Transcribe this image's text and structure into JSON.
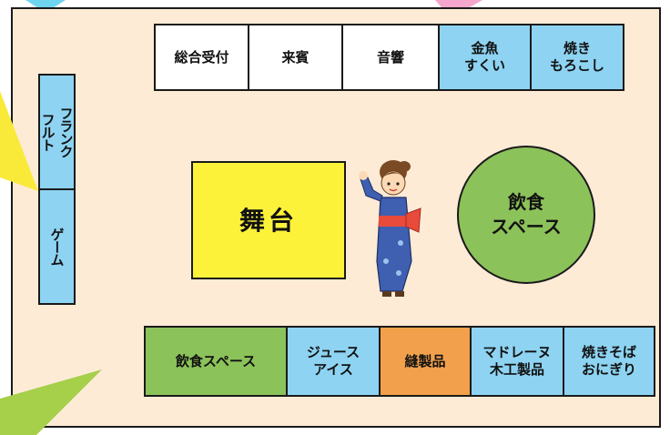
{
  "colors": {
    "background": "#fdebd6",
    "booth_white": "#ffffff",
    "booth_blue": "#8ed3f2",
    "booth_green": "#8cc25a",
    "booth_orange": "#f2a04b",
    "stage_yellow": "#fdf23a",
    "border": "#1a1a1a"
  },
  "top_row": [
    {
      "label": "総合受付"
    },
    {
      "label": "来賓"
    },
    {
      "label": "音響"
    },
    {
      "label": "金魚\nすくい"
    },
    {
      "label": "焼き\nもろこし"
    }
  ],
  "left_column": [
    {
      "label": "フランク\nフルト"
    },
    {
      "label": "ゲーム"
    }
  ],
  "center": {
    "stage_label": "舞台",
    "food_area_label": "飲食\nスペース"
  },
  "bottom_row": [
    {
      "label": "飲食スペース"
    },
    {
      "label": "ジュース\nアイス"
    },
    {
      "label": "縫製品"
    },
    {
      "label": "マドレーヌ\n木工製品"
    },
    {
      "label": "焼きそば\nおにぎり"
    }
  ],
  "icons": {
    "figure": "yukata-girl-icon",
    "decor": "color-ray-icon"
  }
}
